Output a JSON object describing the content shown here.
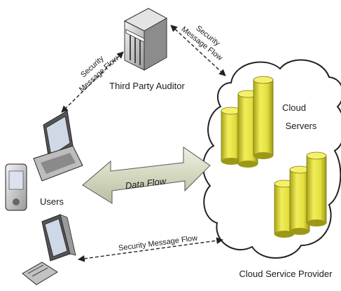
{
  "nodes": {
    "auditor": {
      "label": "Third Party Auditor"
    },
    "users": {
      "label": "Users"
    },
    "cloud": {
      "label_line1": "Cloud",
      "label_line2": "Servers"
    },
    "provider": {
      "label": "Cloud Service Provider"
    }
  },
  "flows": {
    "auditor_users": {
      "line1": "Security",
      "line2": "Message Flow"
    },
    "auditor_cloud": {
      "line1": "Security",
      "line2": "Message Flow"
    },
    "data": {
      "label": "Data Flow"
    },
    "users_cloud": {
      "label": "Security Message Flow"
    }
  },
  "colors": {
    "cylinder": "#e8e44a",
    "cylinder_dark": "#b9b521",
    "data_arrow_fill": "#d6dbc3",
    "cloud_fill": "#ffffff",
    "line": "#222222"
  }
}
